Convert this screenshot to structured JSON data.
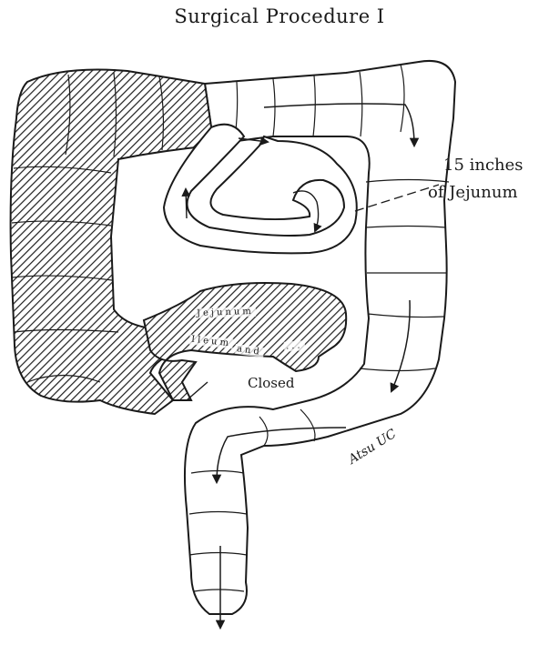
{
  "title": "Surgical Procedure I",
  "labels": {
    "length_line1": "15 inches",
    "length_line2": "of Jejunum",
    "closed": "Closed",
    "signature": "Atsu UC"
  },
  "loop_inscription": [
    "Jejunum",
    "Ileum",
    "and",
    "..."
  ]
}
